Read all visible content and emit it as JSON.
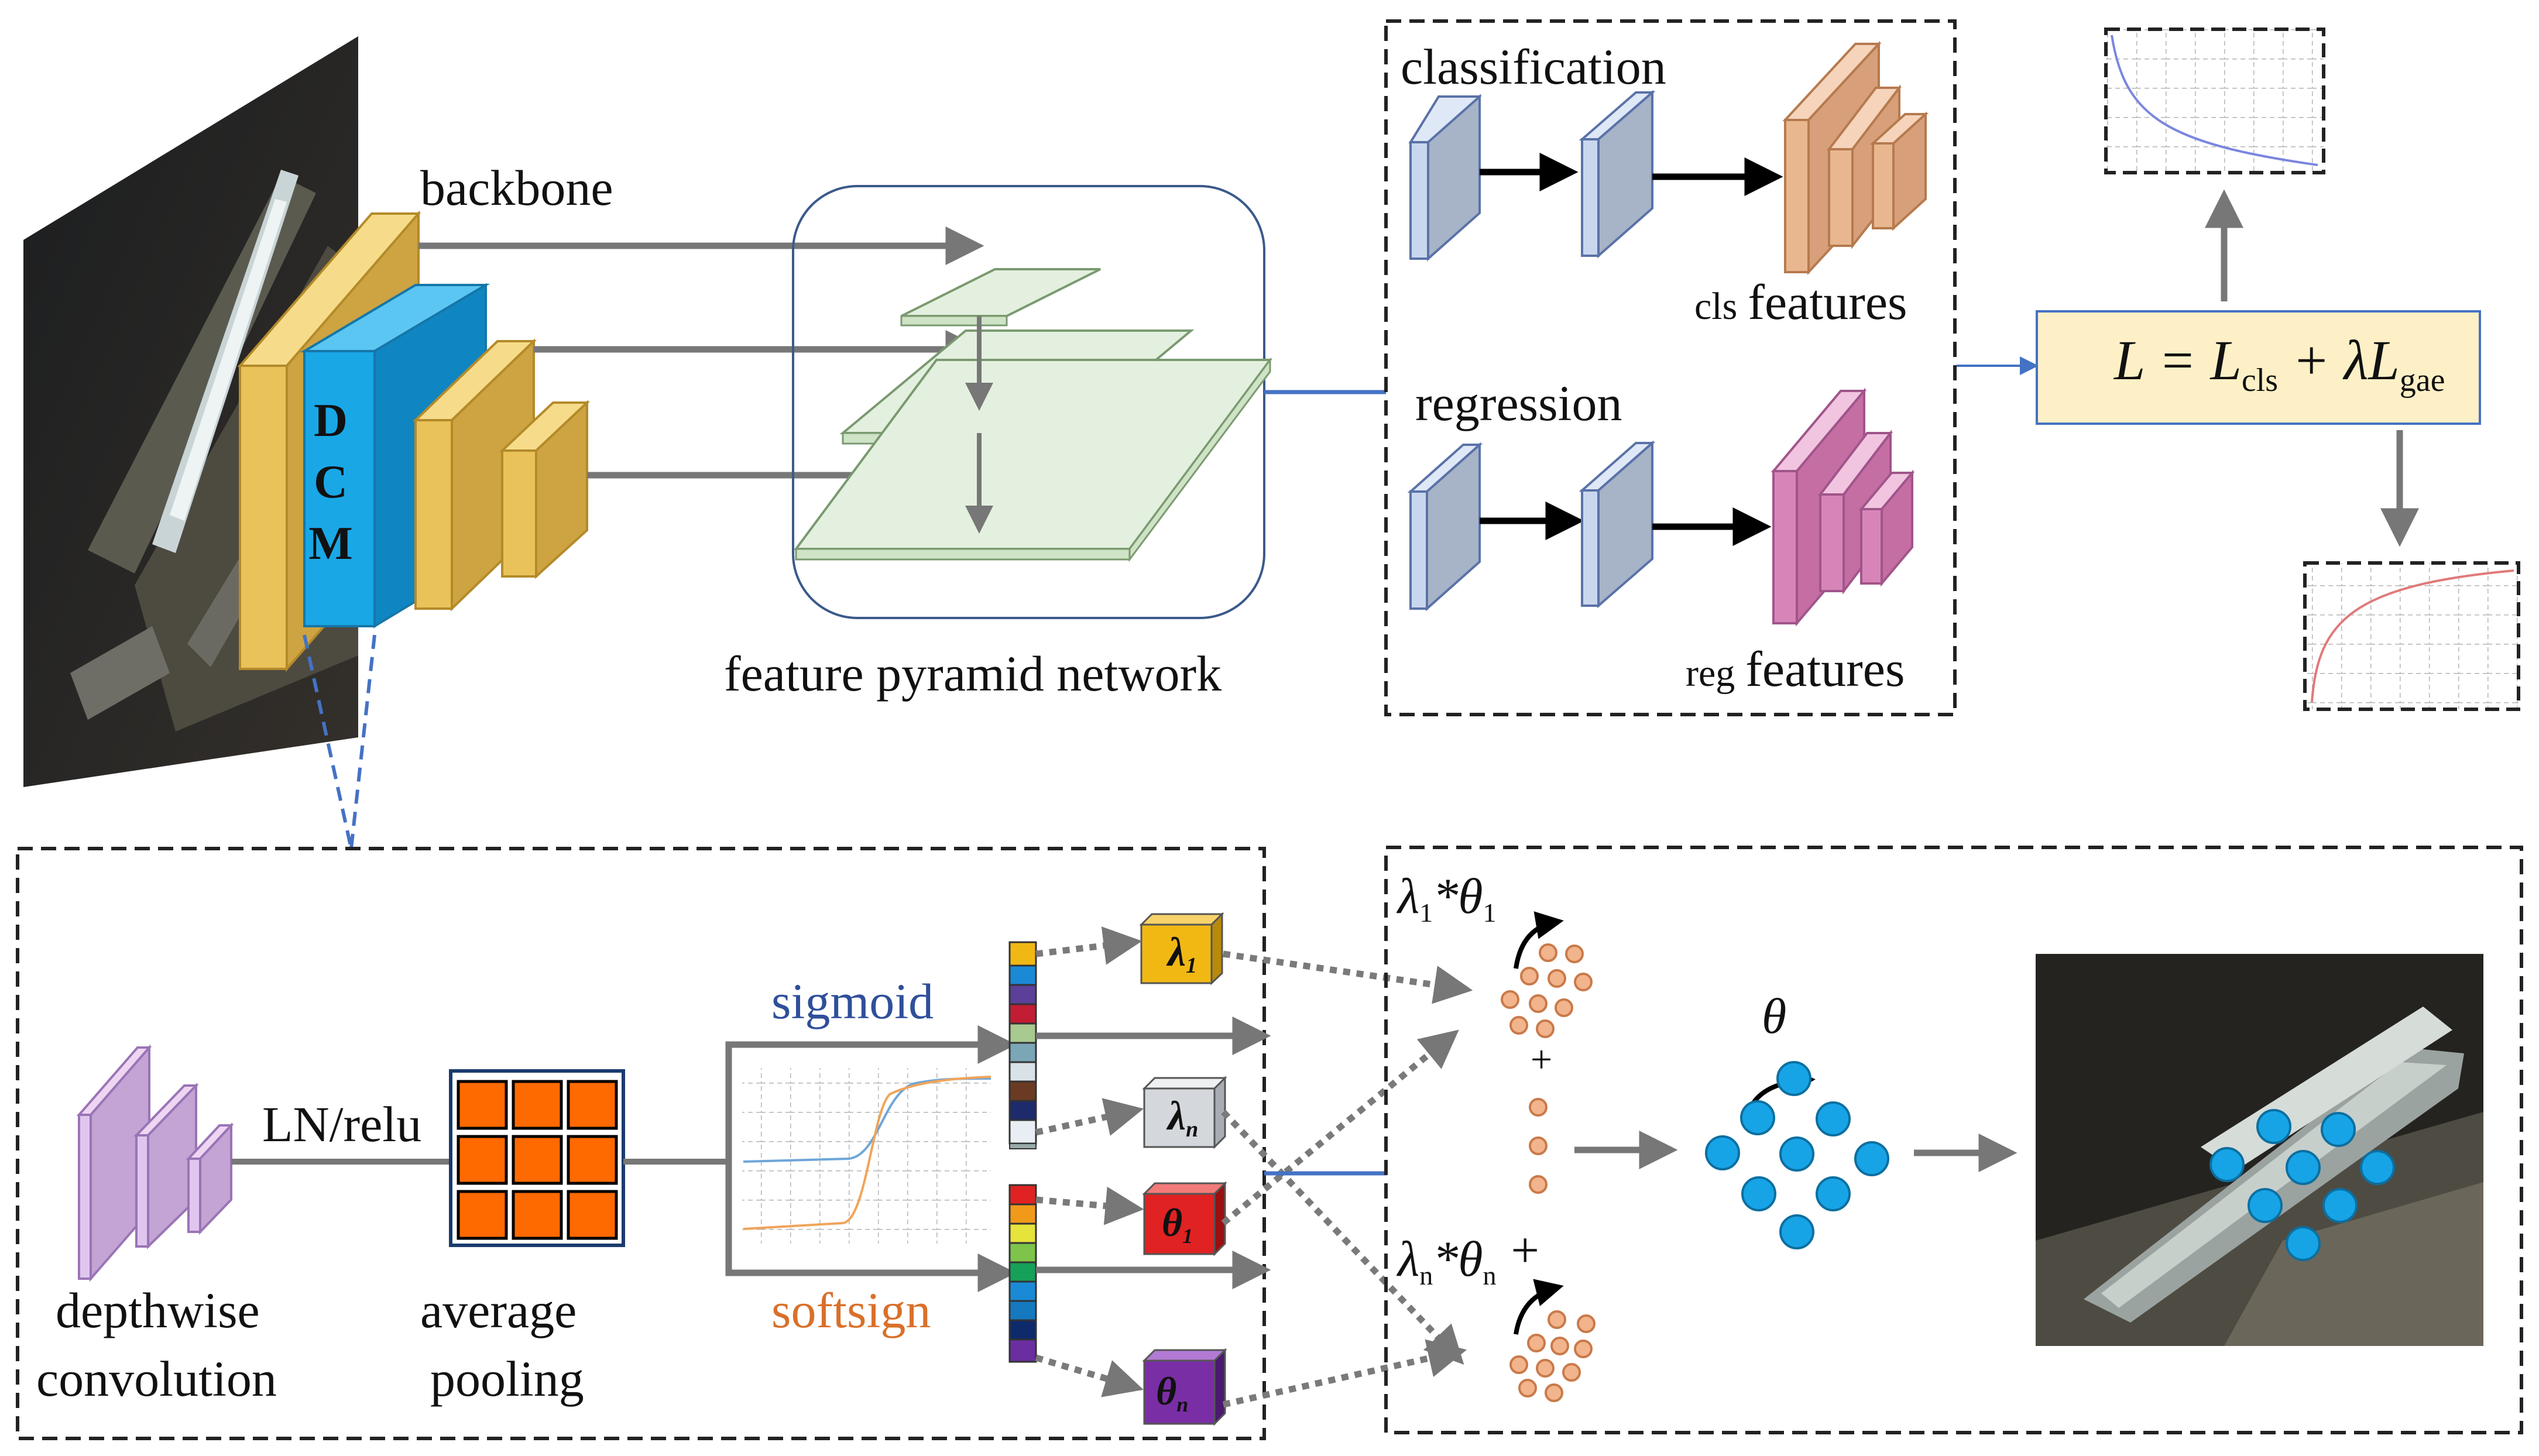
{
  "labels": {
    "backbone": "backbone",
    "dcm_letters": [
      "D",
      "C",
      "M"
    ],
    "fpn": "feature pyramid network",
    "classification": "classification",
    "regression": "regression",
    "cls_prefix": "cls",
    "reg_prefix": "reg",
    "features": "features",
    "loss_lhs": "L = L",
    "loss_cls_sub": "cls",
    "loss_mid": " + λL",
    "loss_gae_sub": "gae",
    "ln_relu": "LN/relu",
    "depthwise_1": "depthwise",
    "depthwise_2": "convolution",
    "avgpool_1": "average",
    "avgpool_2": "pooling",
    "sigmoid": "sigmoid",
    "softsign": "softsign",
    "lambda1": "λ",
    "lambda1_sub": "1",
    "lambdan": "λ",
    "lambdan_sub": "n",
    "theta1": "θ",
    "theta1_sub": "1",
    "thetan": "θ",
    "thetan_sub": "n",
    "top_formula_l": "λ",
    "top_formula_l_sub": "1",
    "top_formula_star": "*θ",
    "top_formula_t_sub": "1",
    "bottom_formula_l": "λ",
    "bottom_formula_l_sub": "n",
    "bottom_formula_star": "*θ",
    "bottom_formula_t_sub": "n",
    "plus": "+",
    "theta": "θ"
  },
  "colors": {
    "backbone_gold": "#e9c35a",
    "dcm_blue": "#1aa7e6",
    "fpn_green": "#e4f0df",
    "head_blue": "#b4c7e7",
    "cls_peach": "#e9b78f",
    "reg_pink": "#d785b8",
    "pool_orange": "#ff6a00",
    "loss_box": "#fdf0c6",
    "sigmoid_curve": "#6ea6d8",
    "softsign_curve": "#f0a45a",
    "blue_dot": "#17a4e6",
    "peach_dot": "#f2b48c",
    "lambda1_box": "#f1b814",
    "lambdan_box": "#d4d7dc",
    "theta1_box": "#e02222",
    "thetan_box": "#7a2ea6",
    "loss_curve_down": "#7a86e0",
    "loss_curve_up": "#e07a7a"
  },
  "icons": {
    "satellite_image": "ship-aerial-image",
    "result_image": "ship-detection-result-image"
  }
}
